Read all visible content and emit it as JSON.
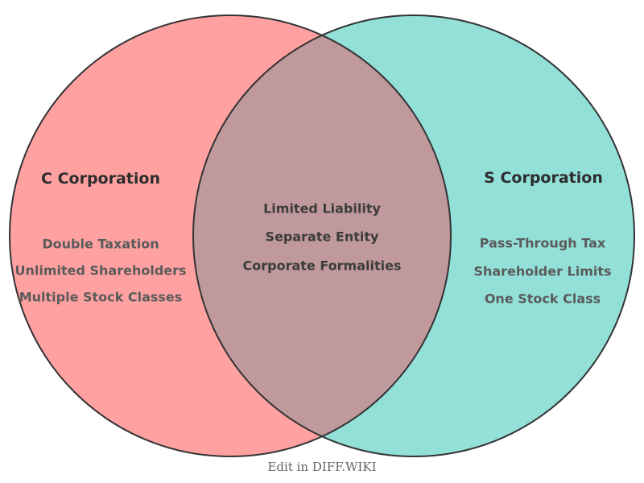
{
  "venn": {
    "left": {
      "title": "C Corporation",
      "items": [
        "Double Taxation",
        "Unlimited Shareholders",
        "Multiple Stock Classes"
      ],
      "fill": "#FFA1A1"
    },
    "right": {
      "title": "S Corporation",
      "items": [
        "Pass-Through Tax",
        "Shareholder Limits",
        "One Stock Class"
      ],
      "fill": "#92E0D8"
    },
    "overlap": {
      "items": [
        "Limited Liability",
        "Separate Entity",
        "Corporate Formalities"
      ],
      "fill": "#C0999C"
    },
    "outline_color": "#333333",
    "caption": "Edit in DIFF.WIKI"
  }
}
